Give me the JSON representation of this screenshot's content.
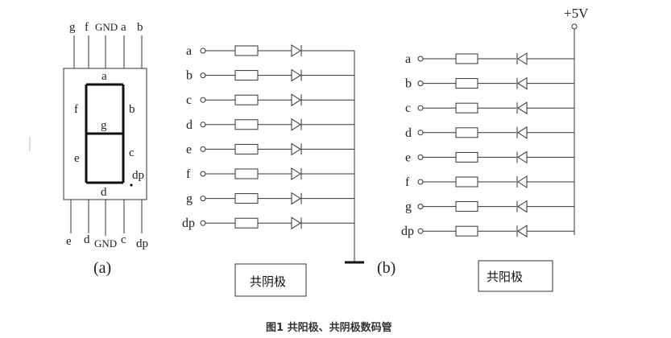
{
  "seven_segment": {
    "top_pins": [
      "g",
      "f",
      "GND",
      "a",
      "b"
    ],
    "bottom_pins": [
      "e",
      "d",
      "GND",
      "c",
      "dp"
    ],
    "segments": {
      "a": "a",
      "b": "b",
      "c": "c",
      "d": "d",
      "e": "e",
      "f": "f",
      "g": "g",
      "dp": "dp"
    },
    "label": "(a)"
  },
  "common_cathode": {
    "rows": [
      "a",
      "b",
      "c",
      "d",
      "e",
      "f",
      "g",
      "dp"
    ],
    "box_label": "共阴极",
    "label": "(b)"
  },
  "common_anode": {
    "rows": [
      "a",
      "b",
      "c",
      "d",
      "e",
      "f",
      "g",
      "dp"
    ],
    "supply": "+5V",
    "box_label": "共阳极"
  },
  "caption": "图1 共阳极、共阴极数码管"
}
